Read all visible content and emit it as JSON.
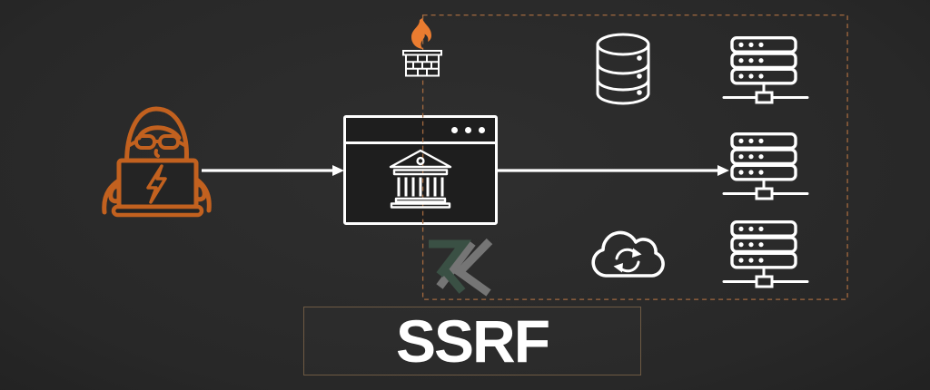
{
  "diagram": {
    "title": "SSRF",
    "watermark": {
      "text": "RK"
    },
    "icons": [
      {
        "name": "hacker-attacker-icon"
      },
      {
        "name": "browser-window-icon"
      },
      {
        "name": "bank-building-icon"
      },
      {
        "name": "firewall-flame-icon"
      },
      {
        "name": "firewall-brick-wall-icon"
      },
      {
        "name": "database-cylinder-icon"
      },
      {
        "name": "server-rack-icon-top"
      },
      {
        "name": "server-rack-icon-middle"
      },
      {
        "name": "server-rack-icon-bottom"
      },
      {
        "name": "cloud-sync-icon"
      }
    ],
    "edges": [
      {
        "from": "attacker",
        "to": "web-application",
        "style": "solid-white-arrow"
      },
      {
        "from": "web-application",
        "to": "internal-server-middle",
        "style": "solid-white-arrow"
      }
    ],
    "boundary": {
      "style": "dashed-rectangle",
      "color": "#a2693f"
    },
    "colors": {
      "background_center": "#2f2f2f",
      "background_edge": "#0c0c0c",
      "attacker_orange": "#c2611f",
      "flame_orange": "#ea7c30",
      "boundary_dash": "#a2693f",
      "icon_white": "#ffffff",
      "ssrf_border": "#6e5a43",
      "watermark_green": "#3a5044",
      "watermark_gray": "#757575"
    }
  }
}
